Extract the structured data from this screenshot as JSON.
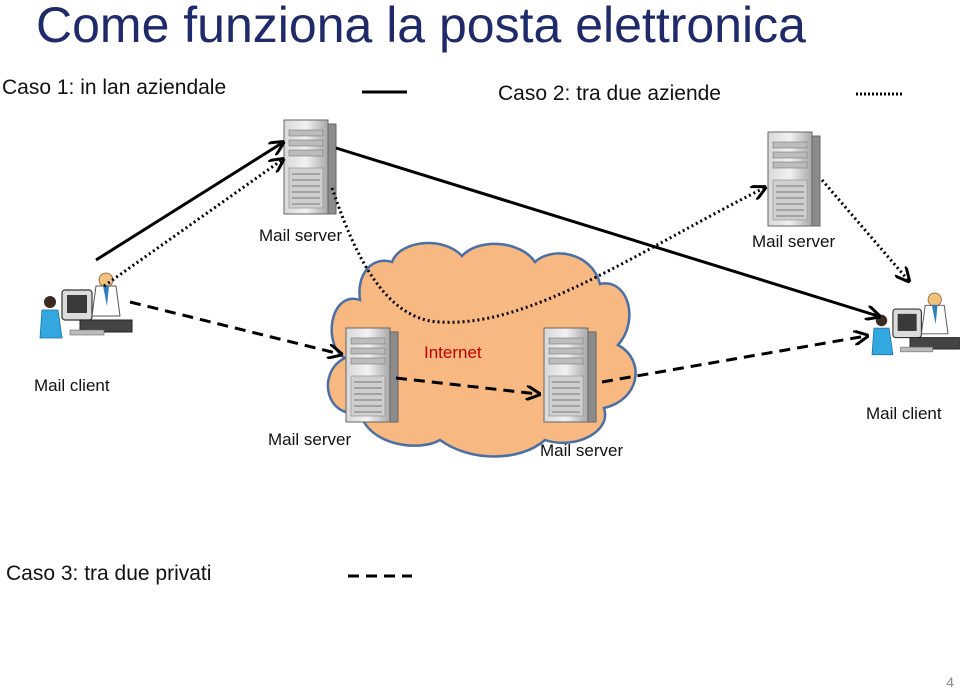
{
  "title": "Come funziona la posta elettronica",
  "legend": {
    "case1": "Caso 1: in lan aziendale",
    "case2": "Caso 2: tra due aziende",
    "case3": "Caso 3: tra due privati"
  },
  "labels": {
    "server_top_left": "Mail server",
    "server_top_right": "Mail server",
    "client_left": "Mail client",
    "client_right": "Mail client",
    "server_internet_left": "Mail server",
    "server_internet_right": "Mail server",
    "internet": "Internet"
  },
  "page_number": "4",
  "colors": {
    "title": "#1f2a6b",
    "cloud_fill": "#f7b882",
    "cloud_stroke": "#4a6fa5",
    "internet_label": "#c00000"
  }
}
